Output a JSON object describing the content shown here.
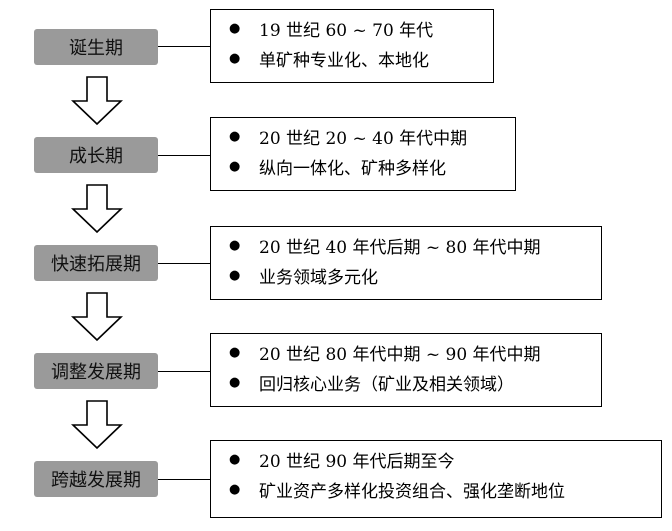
{
  "stages": [
    {
      "label": "诞生期",
      "items": [
        "19 世纪 60 ~ 70 年代",
        "单矿种专业化、本地化"
      ]
    },
    {
      "label": "成长期",
      "items": [
        "20 世纪 20 ~ 40 年代中期",
        "纵向一体化、矿种多样化"
      ]
    },
    {
      "label": "快速拓展期",
      "items": [
        "20 世纪 40 年代后期 ~ 80 年代中期",
        "业务领域多元化"
      ]
    },
    {
      "label": "调整发展期",
      "items": [
        "20 世纪 80 年代中期 ~ 90 年代中期",
        "回归核心业务（矿业及相关领域）"
      ]
    },
    {
      "label": "跨越发展期",
      "items": [
        "20 世纪 90 年代后期至今",
        "矿业资产多样化投资组合、强化垄断地位"
      ]
    }
  ],
  "bullet_glyph": "●"
}
